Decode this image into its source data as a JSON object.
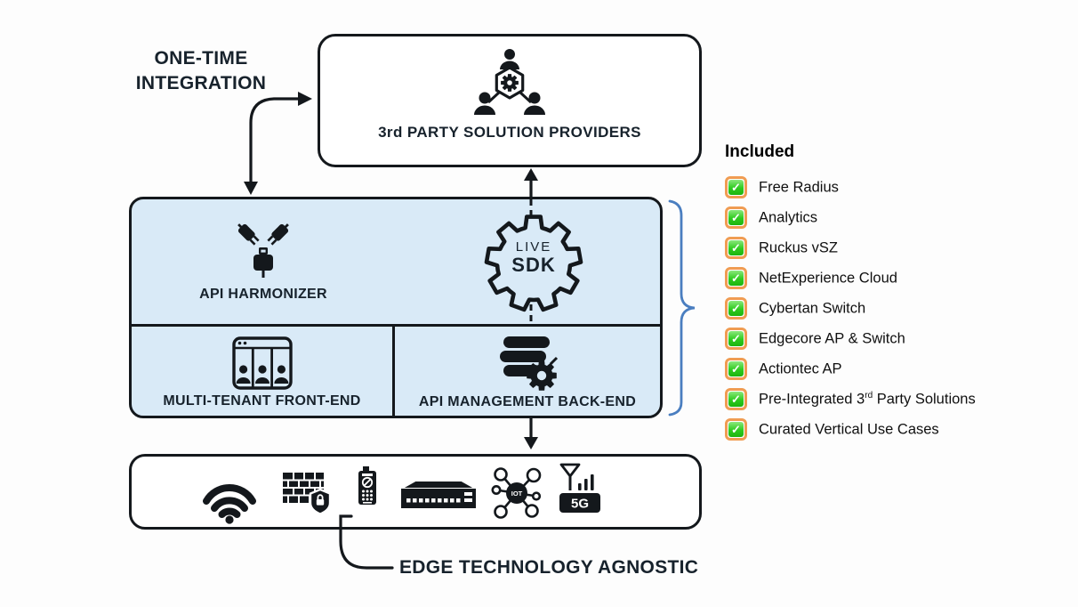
{
  "annotations": {
    "one_time_line1": "ONE-TIME",
    "one_time_line2": "INTEGRATION",
    "edge_label": "EDGE TECHNOLOGY AGNOSTIC"
  },
  "top_box": {
    "label": "3rd PARTY SOLUTION PROVIDERS",
    "icon": "team-around-gear-icon"
  },
  "middle_box": {
    "harmonizer_label": "API HARMONIZER",
    "harmonizer_icon": "plugs-connector-icon",
    "sdk_gear": {
      "line1": "LIVE",
      "line2": "SDK"
    },
    "front_end_label": "MULTI-TENANT FRONT-END",
    "front_end_icon": "browser-tenants-icon",
    "back_end_label": "API MANAGEMENT BACK-END",
    "back_end_icon": "database-gear-icon"
  },
  "bottom_box": {
    "icons": [
      "wifi-icon",
      "firewall-lock-icon",
      "handheld-device-icon",
      "network-switch-icon",
      "iot-hub-icon",
      "5g-antenna-icon"
    ],
    "iot_label": "IOT",
    "five_g_label": "5G"
  },
  "included": {
    "title": "Included",
    "items": [
      {
        "pre": "Free Radius",
        "sup": "",
        "post": "",
        "checked": true
      },
      {
        "pre": "Analytics",
        "sup": "",
        "post": "",
        "checked": true
      },
      {
        "pre": "Ruckus vSZ",
        "sup": "",
        "post": "",
        "checked": true
      },
      {
        "pre": "NetExperience Cloud",
        "sup": "",
        "post": "",
        "checked": true
      },
      {
        "pre": "Cybertan Switch",
        "sup": "",
        "post": "",
        "checked": true
      },
      {
        "pre": "Edgecore AP & Switch",
        "sup": "",
        "post": "",
        "checked": true
      },
      {
        "pre": "Actiontec AP",
        "sup": "",
        "post": "",
        "checked": true
      },
      {
        "pre": "Pre-Integrated 3",
        "sup": "rd",
        "post": " Party Solutions",
        "checked": true
      },
      {
        "pre": "Curated Vertical Use Cases",
        "sup": "",
        "post": "",
        "checked": true
      }
    ]
  },
  "colors": {
    "line_dark": "#14181c",
    "text_navy": "#17222c",
    "panel_blue": "#d9eaf7",
    "brace_blue": "#4a7ec0",
    "check_green": "#2ecb1e",
    "check_border_orange": "#f09c52"
  }
}
